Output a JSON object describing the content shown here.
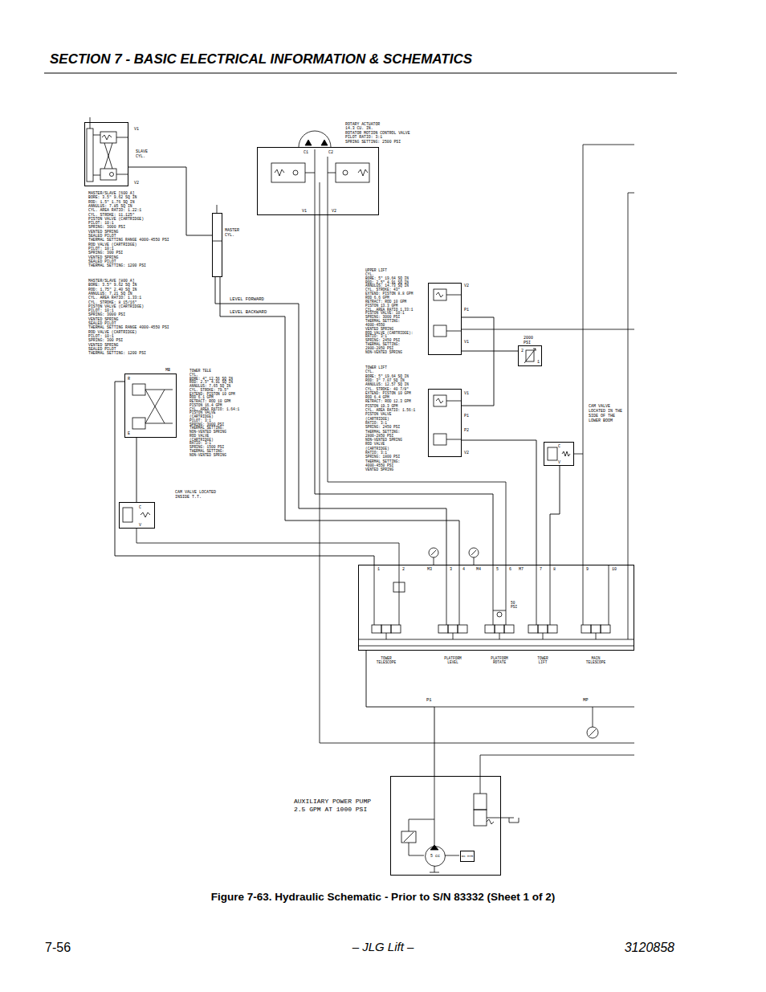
{
  "diagram": {
    "title": "SECTION 7 - BASIC ELECTRICAL INFORMATION & SCHEMATICS",
    "caption": "Figure 7-63.  Hydraulic Schematic - Prior to S/N 83332 (Sheet 1 of 2)",
    "nodes": [
      {
        "text": [
          "V1",
          "SLAVE CYL.",
          "V2"
        ]
      },
      {
        "text": [
          "MASTER CYL."
        ]
      },
      {
        "text": [
          "C1",
          "C2",
          "V1",
          "V2"
        ]
      },
      {
        "text": [
          "V2",
          "P1",
          "V1"
        ]
      },
      {
        "text": [
          "2000 PSI",
          "2",
          "1"
        ]
      },
      {
        "text": [
          "V1",
          "P1",
          "P2",
          "V2"
        ]
      },
      {
        "text": [
          "C",
          "V"
        ]
      },
      {
        "text": [
          "R",
          "E",
          "MB"
        ]
      },
      {
        "text": [
          "C",
          "V"
        ]
      },
      {
        "text": [
          "1",
          "2",
          "M3",
          "3",
          "4",
          "M4",
          "5",
          "6",
          "M7",
          "7",
          "8",
          "9",
          "10"
        ]
      },
      {
        "text": [
          "AUXILIARY POWER PUMP 2.5 GPM AT 1000 PSI"
        ]
      },
      {
        "text": [
          "5 cc"
        ],
        "in": 10
      },
      {
        "text": [
          "DC MTR"
        ],
        "in": 10
      }
    ],
    "edges": [
      {
        "from": 0,
        "to": 1,
        "arrow": "none"
      },
      {
        "from": 1,
        "to": 9,
        "label": "LEVEL FORWARD",
        "arrow": "none"
      },
      {
        "from": 1,
        "to": 9,
        "label": "LEVEL BACKWARD",
        "arrow": "none"
      },
      {
        "from": 2,
        "to": 9,
        "arrow": "none"
      },
      {
        "from": 3,
        "to": 4,
        "arrow": "none"
      },
      {
        "from": 3,
        "to": 5,
        "arrow": "none"
      },
      {
        "from": 5,
        "to": 9,
        "arrow": "none"
      },
      {
        "from": 6,
        "to": 9,
        "arrow": "none"
      },
      {
        "from": 7,
        "to": 9,
        "arrow": "none"
      },
      {
        "from": 8,
        "to": 7,
        "arrow": "none"
      },
      {
        "from": 10,
        "to": 9,
        "arrow": "none"
      }
    ],
    "labels": [
      "MASTER/SLAVE [600 A]",
      "BORE: 3.5\" 9.62 SQ IN",
      "ROD: 1.5\" 1.76 SQ IN",
      "ANNULUS: 7.85 SQ IN",
      "CYL. AREA RATIO: 1.22:1",
      "CYL. STROKE: 11.125\"",
      "PISTON VALVE (CARTRIDGE)",
      "PILOT: 10:1",
      "SPRING: 3000 PSI",
      "VENTED SPRING",
      "SEALED PILOT",
      "THERMAL SETTING RANGE 4000-4550 PSI",
      "ROD VALVE (CARTRIDGE)",
      "PILOT: 10:1",
      "SPRING: 300 PSI",
      "VENTED SPRING",
      "SEALED PILOT",
      "THERMAL SETTING: 1200 PSI",
      "MASTER/SLAVE [800 A]",
      "BORE: 3.5\" 9.62 SQ IN",
      "ROD: 1.75\" 2.40 SQ IN",
      "ANNULUS: 7.21 SQ IN",
      "CYL. AREA RATIO: 1.33:1",
      "CYL. STROKE: 8 15/16\"",
      "PISTON VALVE (CARTRIDGE)",
      "PILOT: 10:1",
      "SPRING: 3000 PSI",
      "VENTED SPRING",
      "SEALED PILOT",
      "THERMAL SETTING RANGE 4000-4550 PSI",
      "ROD VALVE (CARTRIDGE)",
      "PILOT: 10:1",
      "SPRING: 300 PSI",
      "VENTED SPRING",
      "SEALED PILOT",
      "THERMAL SETTING: 1200 PSI",
      "ROTARY ACTUATOR",
      "14.3 CU. IN.",
      "ROTATOR MOTION CONTROL VALVE",
      "PILOT RATIO: 3:1",
      "SPRING SETTING: 2500 PSI",
      "UPPER LIFT",
      "CYL.",
      "BORE: 5\" 19.64 SQ IN",
      "ROD: 2.5\" 4.91 SQ IN",
      "ANNULUS: 14.73 SQ IN",
      "CYL. STROKE: 43\"",
      "EXTEND: PISTON 8.8 GPM",
      "ROD 6.6 GPM",
      "RETRACT: ROD 10 GPM",
      "PISTON 13.3 GPM",
      "CYL. AREA RATIO 1.33:1",
      "PISTON VALVE: 10:1",
      "SPRING: 3000 PSI",
      "THERMAL SETTING:",
      "4000-4550",
      "VENTED SPRING",
      "ROD VALVE (CARTRIDGE):",
      "RATIO: 3:1",
      "SPRING: 2450 PSI",
      "THERMAL SETTING:",
      "2800-2850 PSI",
      "NON-VENTED SPRING",
      "TOWER LIFT",
      "CYL.",
      "BORE: 5\" 19.64 SQ IN",
      "ROD: 3\" 7.07 SQ IN",
      "ANNULUS: 12.57 SQ IN",
      "CYL. STROKE: 40 7/8\"",
      "EXTEND: PISTON 10 GPM",
      "ROD 6.4 GPM",
      "RETRACT: ROD 12.3 GPM",
      "PISTON 19.3 GPM",
      "CYL. AREA RATIO: 1.56:1",
      "PISTON VALVE",
      "(CARTRIDGE)",
      "RATIO: 3:1",
      "SPRING: 2450 PSI",
      "THERMAL SETTING:",
      "2800-2850 PSI",
      "NON-VENTED SPRING",
      "ROD VALVE",
      "(CARTRIDGE)",
      "RATIO: 3:1",
      "SPRING: 1800 PSI",
      "THERMAL SETTING:",
      "4000-4550 PSI",
      "VENTED SPRING",
      "TOWER TELE",
      "CYL.",
      "BORE: 4\" 12.56 SQ IN",
      "ROD: 2.5\" 4.91 SQ IN",
      "ANNULUS: 7.65 SQ IN",
      "CYL. STROKE: 79.5\"",
      "EXTEND: PISTON 10 GPM",
      "ROD 6.1 GPM",
      "RETRACT: ROD 10 GPM",
      "PISTON 16.4 GPM",
      "CYL. AREA RATIO: 1.64:1",
      "PISTON VALVE",
      "(CARTRIDGE)",
      "PILOT: 3:1",
      "SPRING: 3000 PSI",
      "THERMAL SETTING:",
      "NON-VENTED SPRING",
      "ROD VALVE",
      "(CARTRIDGE)",
      "RATIO: 3:1",
      "SPRING: 1500 PSI",
      "THERMAL SETTING:",
      "NON-VENTED SPRING",
      "CAM VALVE LOCATED INSIDE T.T.",
      "CAM VALVE LOCATED IN THE SIDE OF THE LOWER BOOM",
      "TOWER TELESCOPE",
      "PLATFORM LEVEL",
      "PLATFORM ROTATE",
      "TOWER LIFT",
      "MAIN TELESCOPE",
      "50 PSI",
      "P1",
      "MP",
      "7-56",
      "– JLG Lift –",
      "3120858"
    ]
  }
}
